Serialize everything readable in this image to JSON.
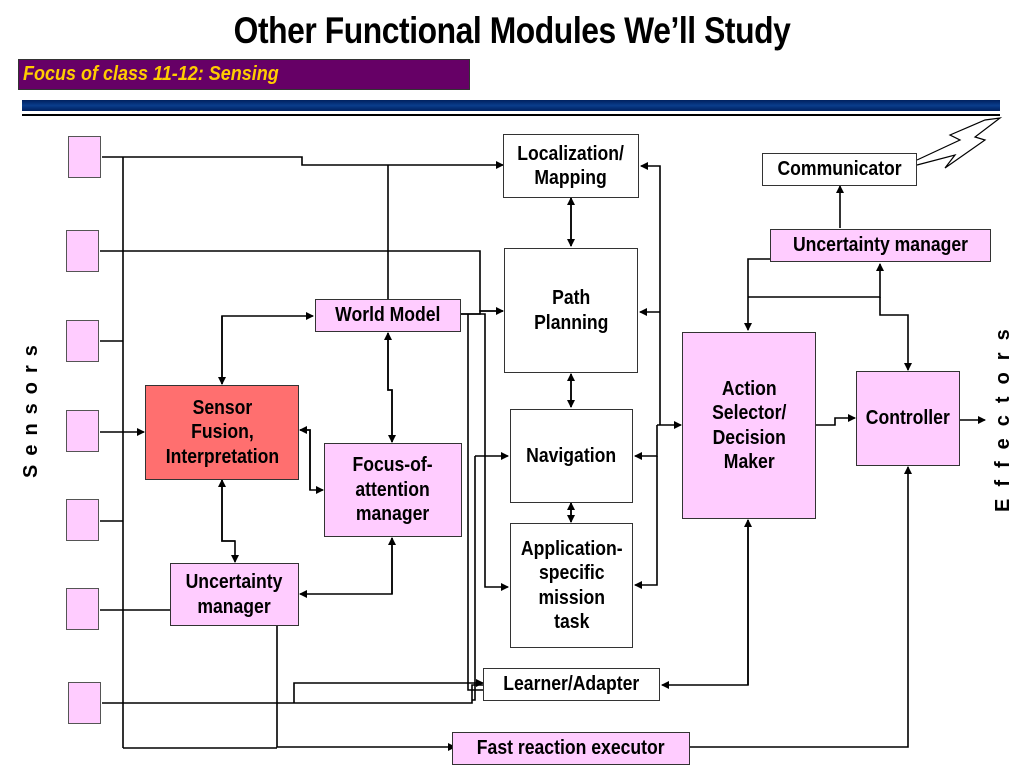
{
  "title": "Other Functional Modules We’ll Study",
  "subtitle": "Focus of class 11-12:  Sensing",
  "side_labels": {
    "left": "Sensors",
    "right": "Effectors"
  },
  "modules": {
    "localization": "Localization/\nMapping",
    "communicator": "Communicator",
    "uncertainty_top": "Uncertainty manager",
    "world_model": "World Model",
    "path_planning": "Path\nPlanning",
    "sensor_fusion": "Sensor\nFusion,\nInterpretation",
    "focus_attention": "Focus-of-\nattention\nmanager",
    "navigation": "Navigation",
    "app_task": "Application-\nspecific\nmission\ntask",
    "action_selector": "Action\nSelector/\nDecision\nMaker",
    "controller": "Controller",
    "uncertainty_bottom": "Uncertainty\nmanager",
    "learner": "Learner/Adapter",
    "fast_reaction": "Fast reaction executor"
  },
  "colors": {
    "module_pink": "#ffccff",
    "fusion_red": "#ff6f6f",
    "subtitle_bg": "#660066",
    "subtitle_text": "#ffcc00",
    "rule_blue": "#00205e"
  },
  "sensor_count": 7
}
